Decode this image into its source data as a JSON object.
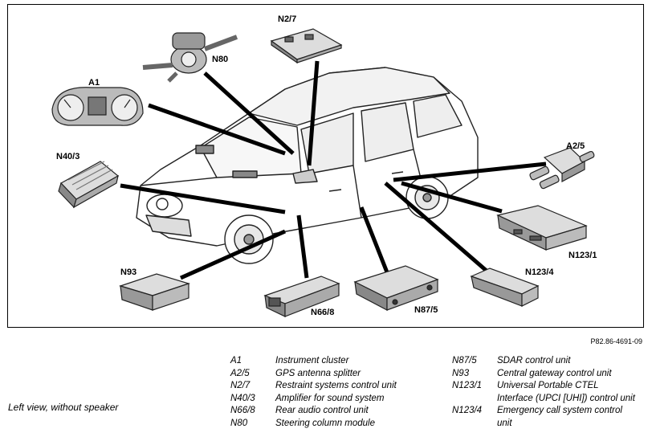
{
  "figure": {
    "callouts": {
      "a1": "A1",
      "n27": "N2/7",
      "n80": "N80",
      "n403": "N40/3",
      "a25": "A2/5",
      "n1231": "N123/1",
      "n1234": "N123/4",
      "n93": "N93",
      "n668": "N66/8",
      "n875": "N87/5"
    }
  },
  "reference_code": "P82.86-4691-09",
  "caption": "Left view, without speaker",
  "legend_left": [
    {
      "code": "A1",
      "desc": "Instrument cluster"
    },
    {
      "code": "A2/5",
      "desc": "GPS antenna splitter"
    },
    {
      "code": "N2/7",
      "desc": "Restraint systems control unit"
    },
    {
      "code": "N40/3",
      "desc": "Amplifier for sound system"
    },
    {
      "code": "N66/8",
      "desc": "Rear audio control unit"
    },
    {
      "code": "N80",
      "desc": "Steering column module"
    }
  ],
  "legend_right": [
    {
      "code": "N87/5",
      "desc": "SDAR control unit"
    },
    {
      "code": "N93",
      "desc": "Central gateway control unit"
    },
    {
      "code": "N123/1",
      "desc": "Universal Portable CTEL Interface (UPCI [UHI]) control unit"
    },
    {
      "code": "N123/4",
      "desc": "Emergency call system control unit"
    }
  ]
}
